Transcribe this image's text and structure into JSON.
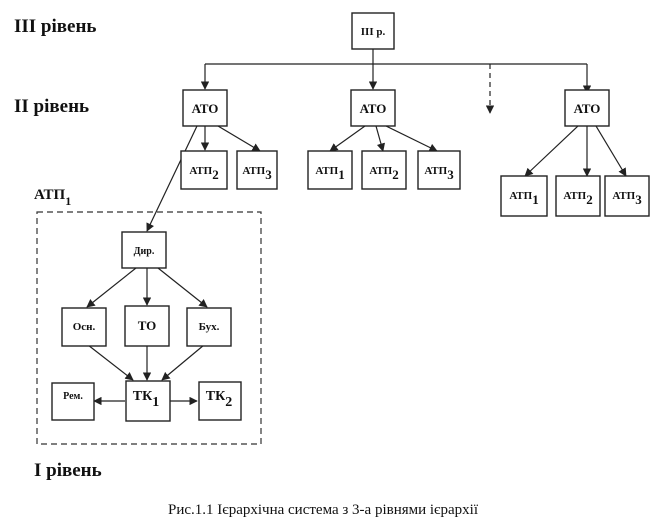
{
  "levels": {
    "level3": "ІІІ рівень",
    "level2": "ІІ рівень",
    "level1": "І рівень"
  },
  "group": {
    "label": "АТП",
    "sub": "1"
  },
  "nodes": {
    "top": {
      "label": "ІІІ р.",
      "sub": ""
    },
    "ato_left": {
      "label": "АТО",
      "sub": ""
    },
    "ato_mid": {
      "label": "АТО",
      "sub": ""
    },
    "ato_right": {
      "label": "АТО",
      "sub": ""
    },
    "left_atp2": {
      "label": "АТП",
      "sub": "2"
    },
    "left_atp3": {
      "label": "АТП",
      "sub": "3"
    },
    "mid_atp1": {
      "label": "АТП",
      "sub": "1"
    },
    "mid_atp2": {
      "label": "АТП",
      "sub": "2"
    },
    "mid_atp3": {
      "label": "АТП",
      "sub": "3"
    },
    "right_atp1": {
      "label": "АТП",
      "sub": "1"
    },
    "right_atp2": {
      "label": "АТП",
      "sub": "2"
    },
    "right_atp3": {
      "label": "АТП",
      "sub": "3"
    },
    "dir": {
      "label": "Дир.",
      "sub": ""
    },
    "osn": {
      "label": "Осн.",
      "sub": ""
    },
    "to": {
      "label": "ТО",
      "sub": ""
    },
    "buh": {
      "label": "Бух.",
      "sub": ""
    },
    "rem": {
      "label": "Рем.",
      "sub": ""
    },
    "tk1": {
      "label": "ТК",
      "sub": "1"
    },
    "tk2": {
      "label": "ТК",
      "sub": "2"
    }
  },
  "caption": "Рис.1.1 Ієрархічна система з 3-а рівнями ієрархії"
}
